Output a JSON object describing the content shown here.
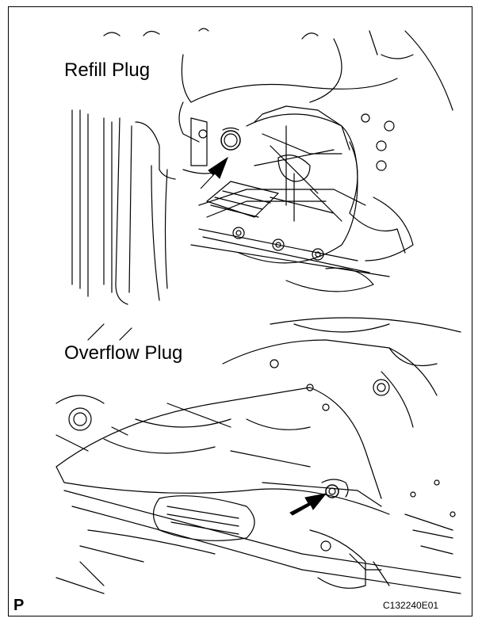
{
  "labels": {
    "refill": "Refill Plug",
    "overflow": "Overflow Plug"
  },
  "corner_mark": "P",
  "figure_code": "C132240E01",
  "icons": [
    "arrow-icon",
    "arrow-icon"
  ],
  "colors": {
    "ink": "#000000",
    "paper": "#ffffff"
  }
}
